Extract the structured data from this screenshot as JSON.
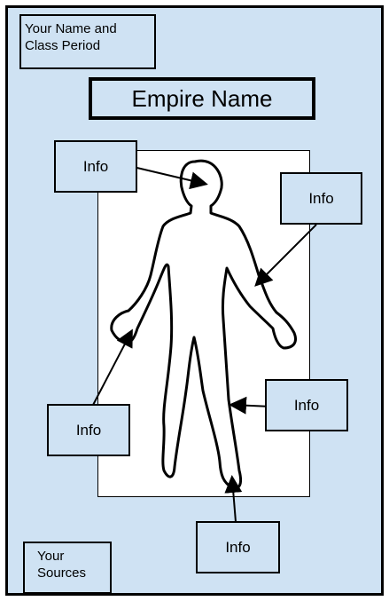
{
  "header": {
    "name_line1": "Your Name and",
    "name_line2": "Class Period",
    "empire_name": "Empire Name"
  },
  "info_boxes": [
    {
      "label": "Info",
      "target": "head"
    },
    {
      "label": "Info",
      "target": "left-arm"
    },
    {
      "label": "Info",
      "target": "right-hand"
    },
    {
      "label": "Info",
      "target": "leg"
    },
    {
      "label": "Info",
      "target": "foot"
    }
  ],
  "footer": {
    "sources_line1": "Your",
    "sources_line2": "Sources"
  },
  "colors": {
    "background": "#cfe2f3",
    "panel": "#ffffff",
    "ink": "#000000"
  }
}
